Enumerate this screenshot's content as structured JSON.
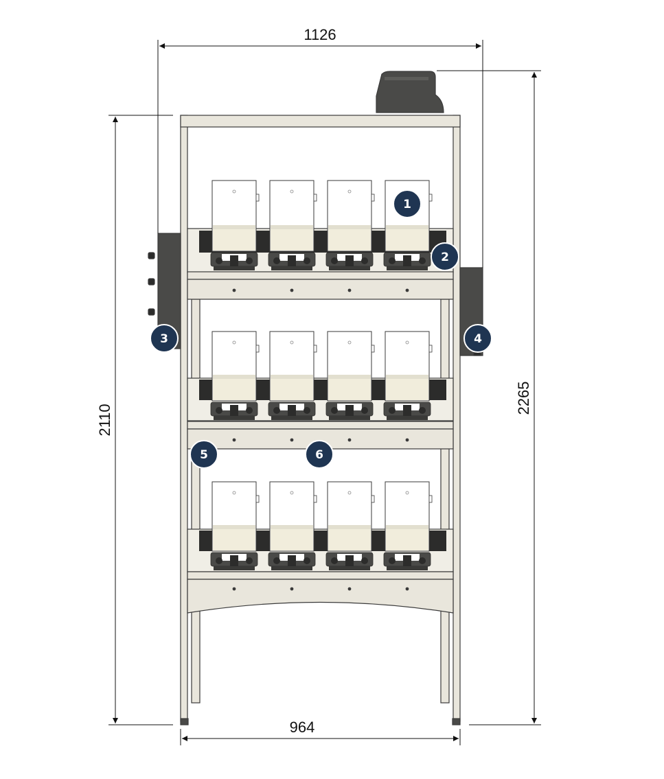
{
  "dimensions": {
    "overall_width": "1126",
    "overall_height": "2265",
    "frame_height": "2110",
    "frame_width": "964"
  },
  "callouts": [
    "1",
    "2",
    "3",
    "4",
    "5",
    "6"
  ],
  "colors": {
    "frame": "#e9e6dc",
    "frame_stroke": "#3a3a3a",
    "container_body": "#ffffff",
    "container_bottom": "#f1eddc",
    "dark_parts": "#4a4a48",
    "bracket": "#2c2c2b",
    "callout_fill": "#1f3552",
    "dimension_line": "#111111"
  },
  "icons": {
    "callout_marker": "numbered-circle-icon",
    "dimension_arrow": "arrowhead-icon"
  }
}
